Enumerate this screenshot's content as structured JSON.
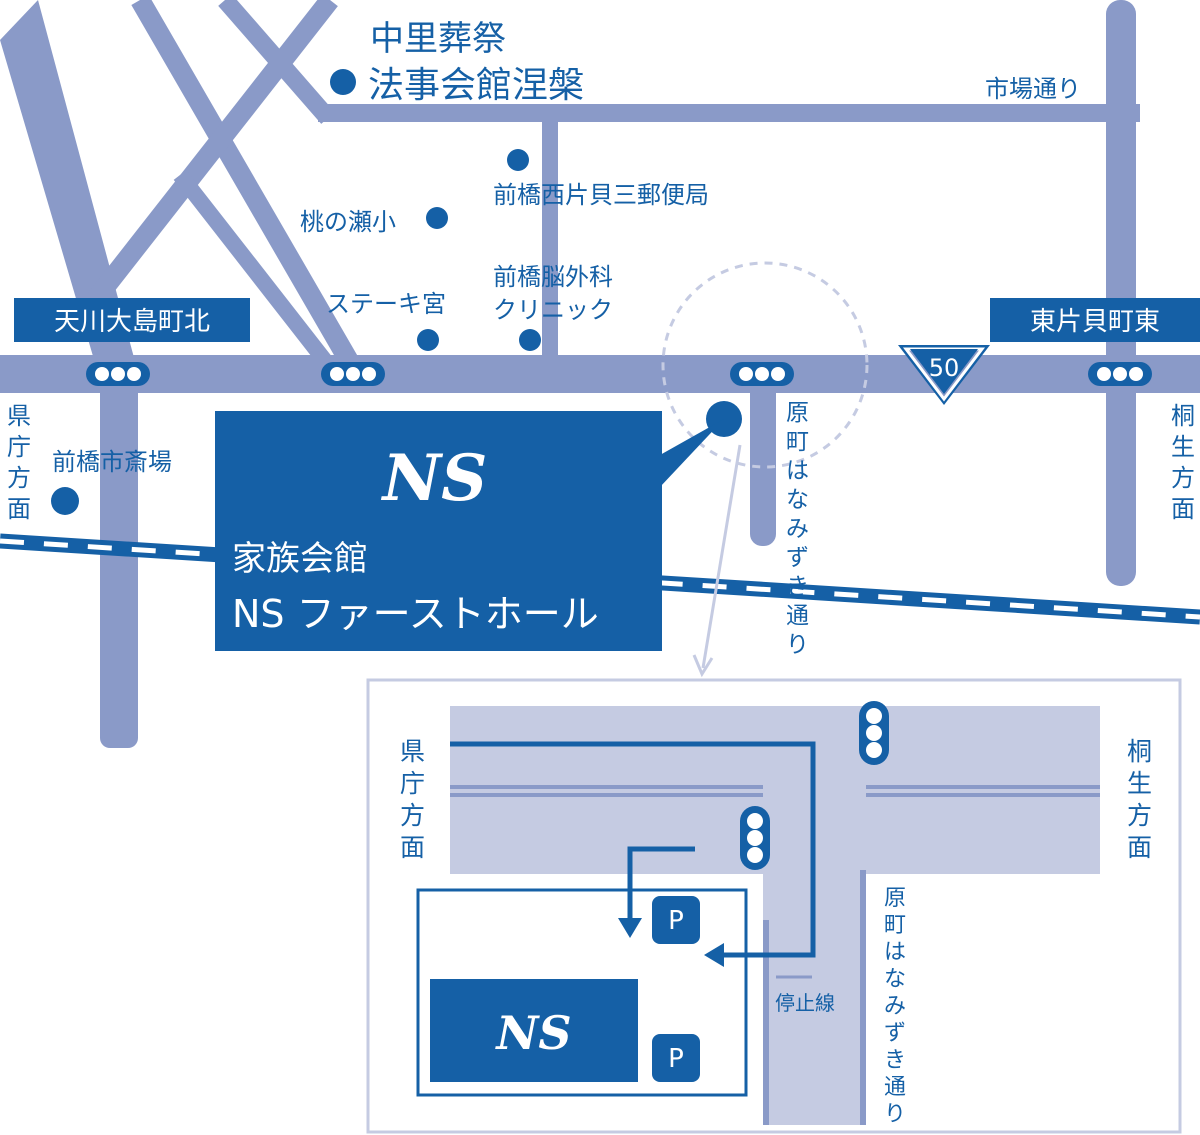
{
  "map": {
    "colors": {
      "road": "#8a9ac8",
      "primary": "#1560a6",
      "light_road": "#c5cbe2",
      "dashed_circle": "#c5cbe2",
      "white": "#ffffff"
    },
    "landmarks": {
      "funeral_hall_line1": "中里葬祭",
      "funeral_hall_line2": "法事会館涅槃",
      "post_office": "前橋西片貝三郵便局",
      "school": "桃の瀬小",
      "steak": "ステーキ宮",
      "clinic_line1": "前橋脳外科",
      "clinic_line2": "クリニック",
      "crematorium": "前橋市斎場"
    },
    "roads": {
      "ichiba": "市場通り",
      "haramachi_vertical": [
        "原",
        "町",
        "は",
        "な",
        "み",
        "ず",
        "き",
        "通",
        "り"
      ],
      "route_number": "50"
    },
    "intersections": {
      "west": "天川大島町北",
      "east": "東片貝町東"
    },
    "directions": {
      "left_vertical": [
        "県",
        "庁",
        "方",
        "面"
      ],
      "right_vertical": [
        "桐",
        "生",
        "方",
        "面"
      ]
    },
    "venue": {
      "logo": "NS",
      "line1": "家族会館",
      "line2": "NS ファーストホール"
    },
    "inset": {
      "left_direction": [
        "県",
        "庁",
        "方",
        "面"
      ],
      "right_direction": [
        "桐",
        "生",
        "方",
        "面"
      ],
      "road_vertical": [
        "原",
        "町",
        "は",
        "な",
        "み",
        "ず",
        "き",
        "通",
        "り"
      ],
      "stop_line": "停止線",
      "parking1": "P",
      "parking2": "P",
      "logo": "NS"
    }
  }
}
